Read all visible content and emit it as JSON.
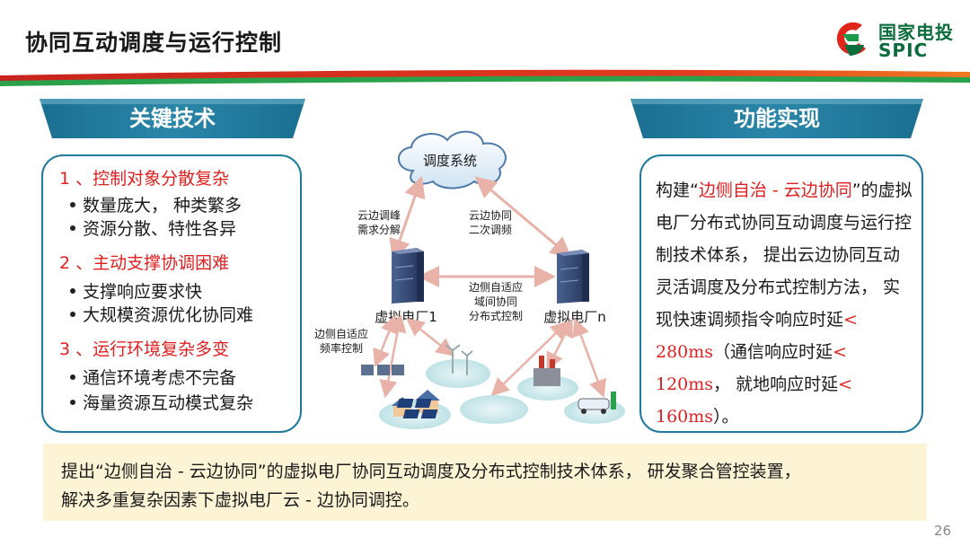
{
  "title": "协同互动调度与运行控制",
  "logo": {
    "cn": "国家电投",
    "en": "SPIC"
  },
  "left_panel": {
    "banner": "关键技术",
    "items": [
      {
        "head": "1 、控制对象分散复杂",
        "bullets": [
          "数量庞大， 种类繁多",
          "资源分散、特性各异"
        ]
      },
      {
        "head": "2 、主动支撑协调困难",
        "bullets": [
          "支撑响应要求快",
          "大规模资源优化协同难"
        ]
      },
      {
        "head": "3 、运行环境复杂多变",
        "bullets": [
          "通信环境考虑不完备",
          "海量资源互动模式复杂"
        ]
      }
    ]
  },
  "right_panel": {
    "banner": "功能实现",
    "p1": "构建“",
    "p_red": "边侧自治 - 云边协同",
    "p2": "”的虚拟电厂分布式协同互动调度与运行控制技术体系， 提出云边协同互动灵活调度及分布式控制方法， 实现快速调频指令响应时延",
    "v1": "< 280ms",
    "p3": "（通信响应时延",
    "v2": "< 120ms",
    "p4": "， 就地响应时延",
    "v3": "< 160ms",
    "p5": "）。"
  },
  "diagram": {
    "cloud": "调度系统",
    "label_peak": [
      "云边调峰",
      "需求分解"
    ],
    "label_secondary": [
      "云边协同",
      "二次调频"
    ],
    "vpp1": "虚拟电厂1",
    "vppn": "虚拟电厂n",
    "label_interdomain": [
      "边侧自适应",
      "域间协同",
      "分布式控制"
    ],
    "label_freq": [
      "边侧自适应",
      "频率控制"
    ]
  },
  "bottom": {
    "line1": "提出“边侧自治 - 云边协同”的虚拟电厂协同互动调度及分布式控制技术体系， 研发聚合管控装置，",
    "line2": "解决多重复杂因素下虚拟电厂云 - 边协同调控。"
  },
  "page_number": "26",
  "colors": {
    "accent": "#1f7a9e",
    "highlight": "#e02020",
    "bottom_bg": "#fdf3d5",
    "brand": "#0b6d3c"
  }
}
